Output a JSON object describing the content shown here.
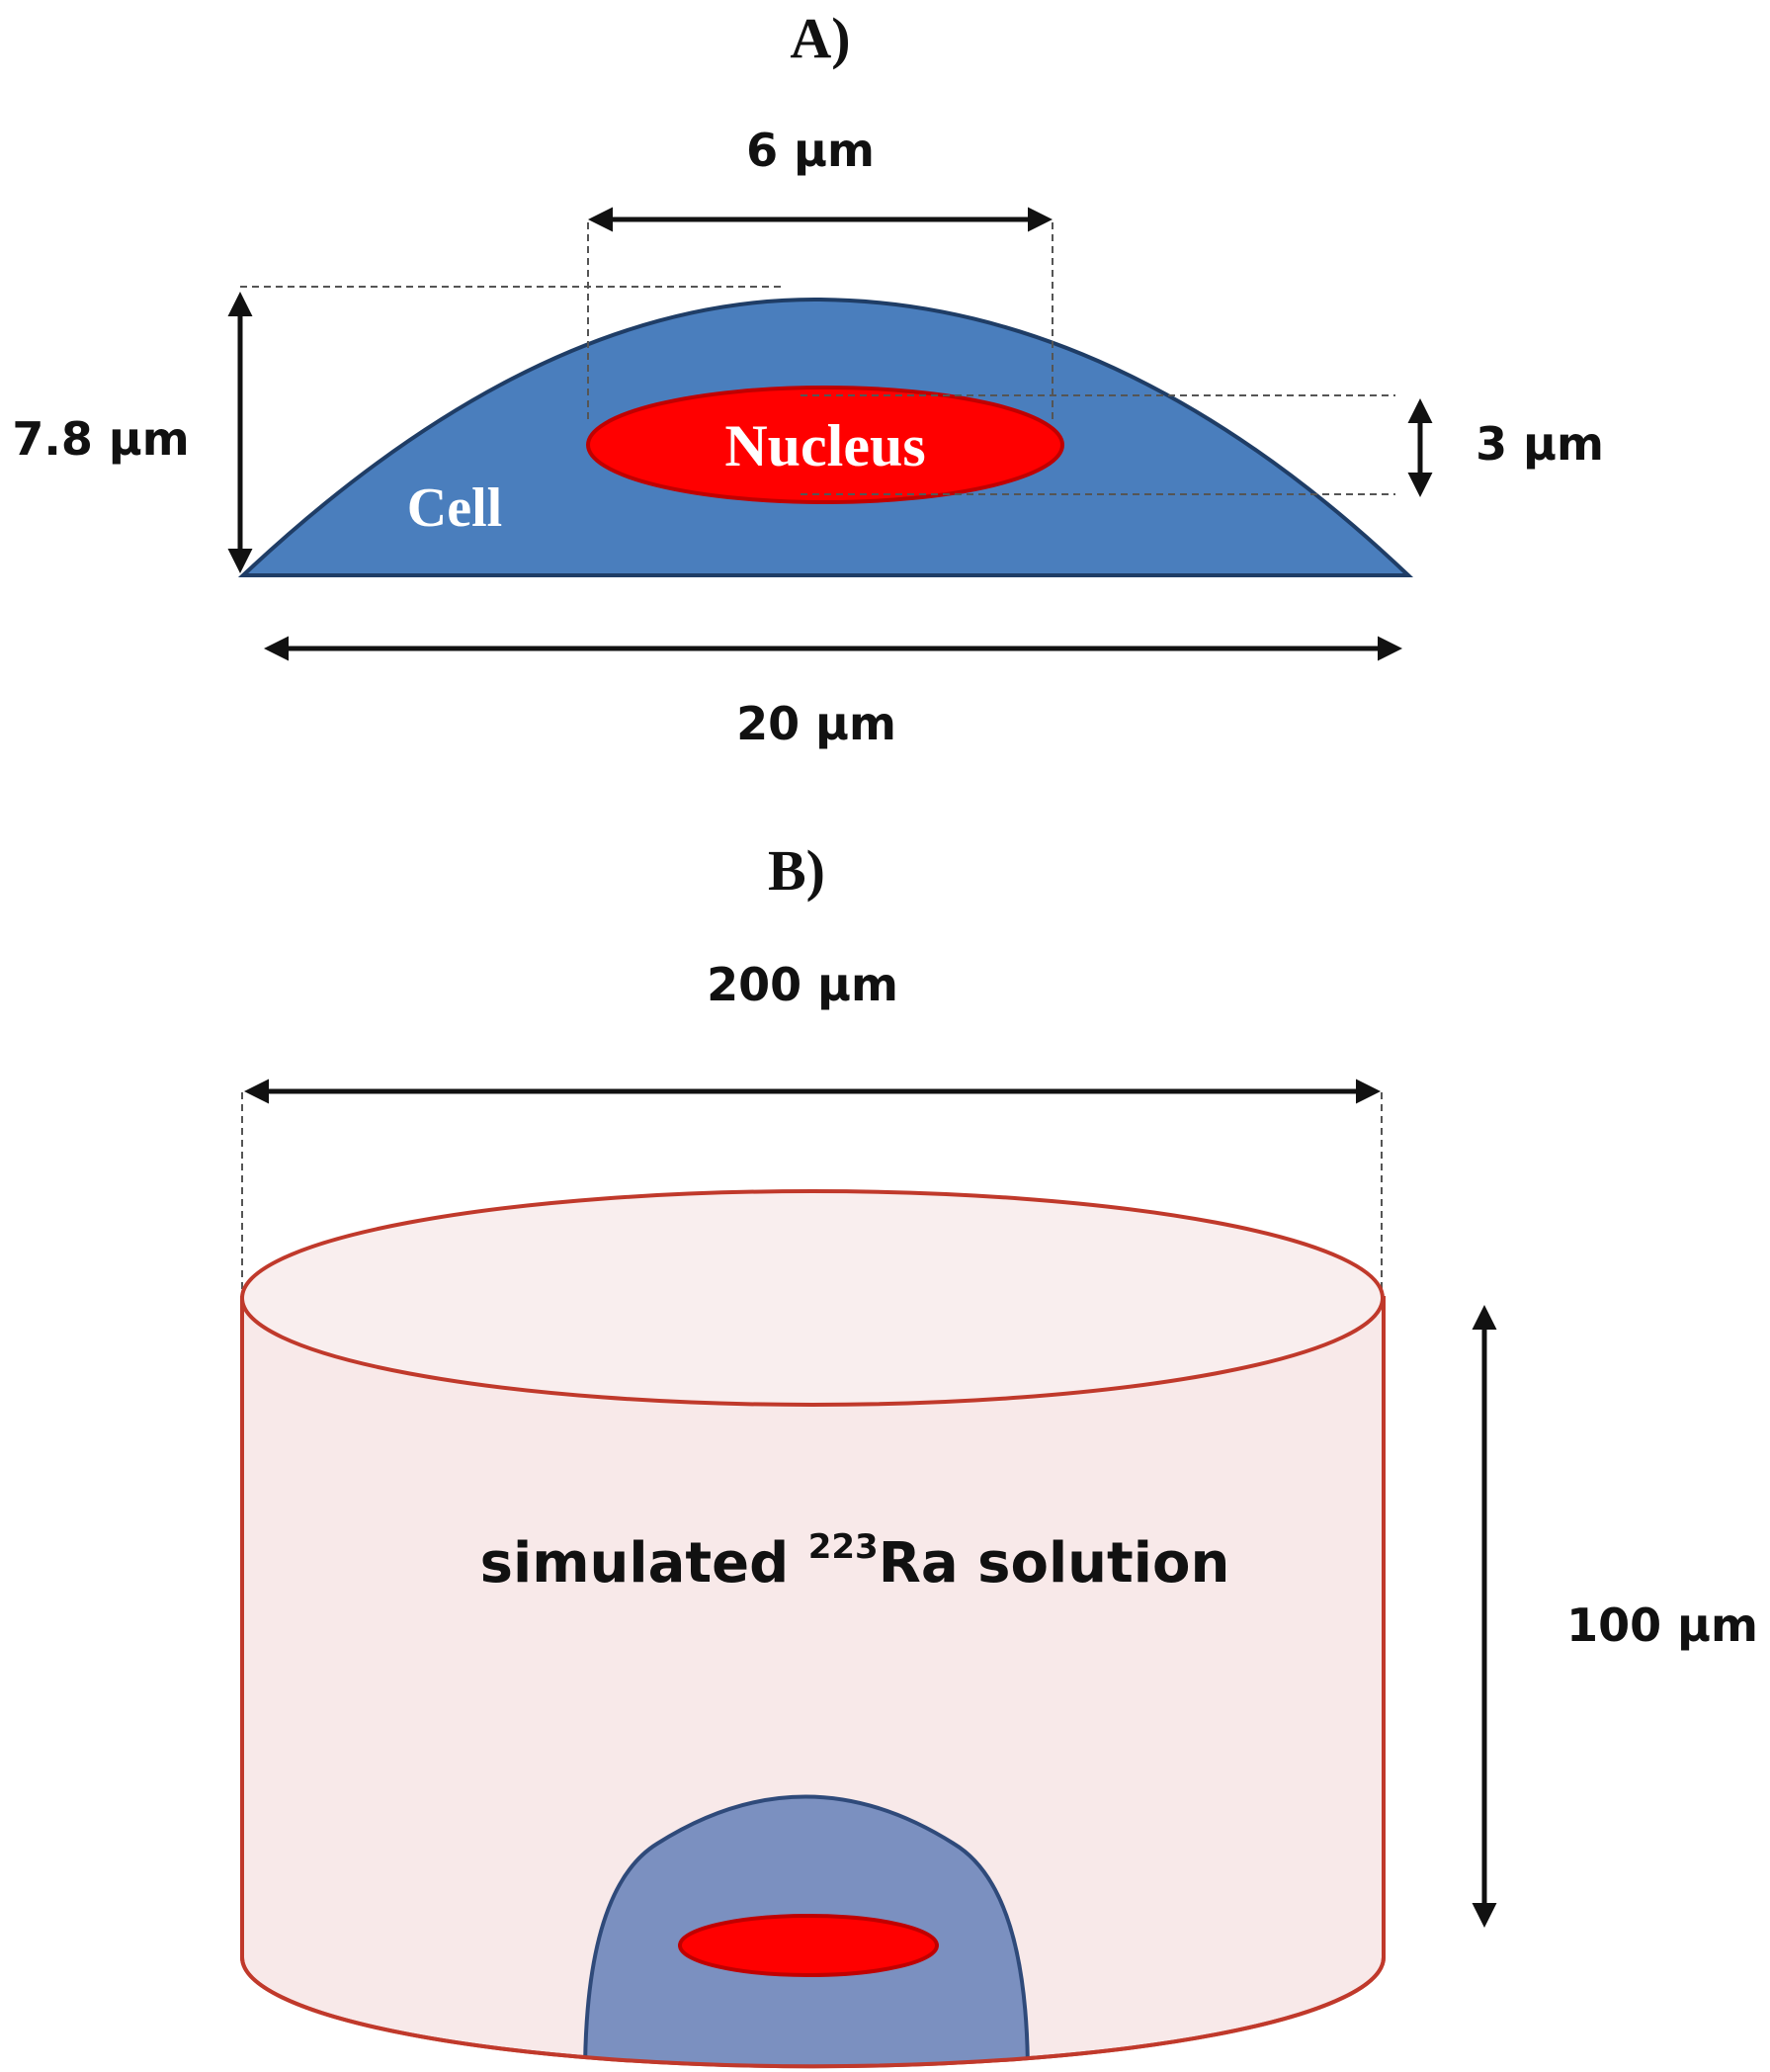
{
  "panel_a": {
    "label": "A)",
    "nucleus_width": "6 µm",
    "cell_height": "7.8 µm",
    "nucleus_height": "3 µm",
    "cell_width": "20 µm",
    "cell_name": "Cell",
    "nucleus_name": "Nucleus"
  },
  "panel_b": {
    "label": "B)",
    "dish_diameter": "200 µm",
    "dish_height": "100 µm",
    "solution_prefix": "simulated ",
    "isotope_mass": "223",
    "isotope_symbol": "Ra",
    "solution_suffix": " solution"
  },
  "colors": {
    "cell": "#4a7ebd",
    "cell_outline": "#1f3d66",
    "nucleus": "#ff0000",
    "nucleus_outline": "#c00000",
    "dish_fill": "#f8e9e9",
    "dish_outline": "#c0392b",
    "small_cell": "#7b90c0"
  }
}
